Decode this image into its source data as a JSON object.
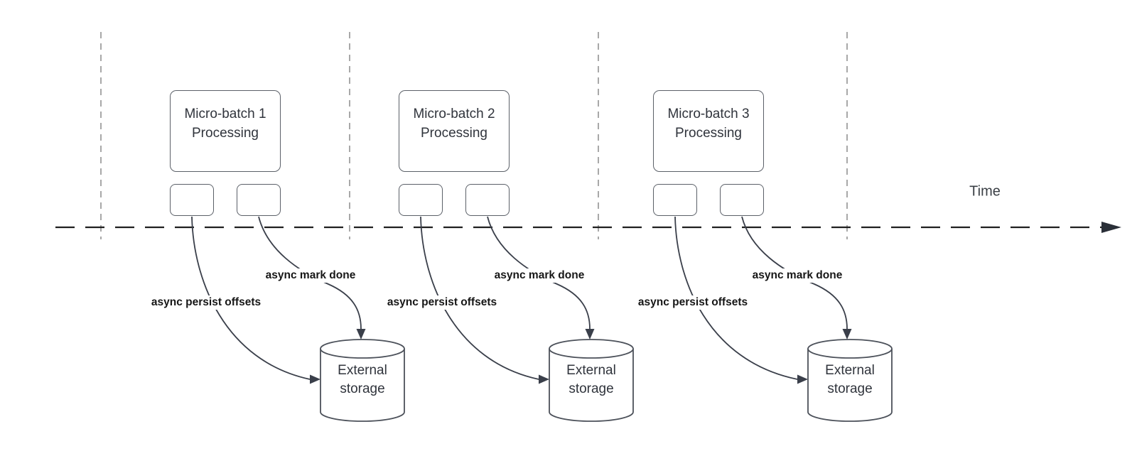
{
  "diagram": {
    "type": "timeline-flow-diagram",
    "time_axis": {
      "label": "Time"
    },
    "colors": {
      "shape_stroke": "#5b6068",
      "arrow_stroke": "#3a3f4a",
      "grid_dash": "#a8a8a8",
      "axis_dash": "#1f1f1f",
      "shape_text": "#30343c",
      "edge_label_text": "#161616",
      "background": "#ffffff"
    },
    "groups": [
      {
        "box_label": "Micro-batch 1 Processing",
        "persist_label": "async persist offsets",
        "mark_done_label": "async mark done",
        "storage_label": "External storage"
      },
      {
        "box_label": "Micro-batch 2 Processing",
        "persist_label": "async persist offsets",
        "mark_done_label": "async mark done",
        "storage_label": "External storage"
      },
      {
        "box_label": "Micro-batch 3 Processing",
        "persist_label": "async persist offsets",
        "mark_done_label": "async mark done",
        "storage_label": "External storage"
      }
    ]
  }
}
